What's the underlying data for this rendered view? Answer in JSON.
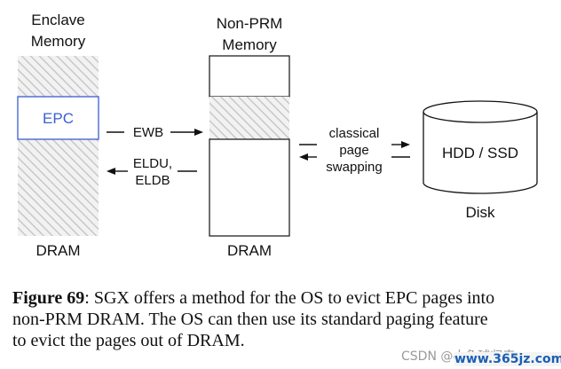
{
  "enclave": {
    "title_line1": "Enclave",
    "title_line2": "Memory",
    "epc_label": "EPC",
    "bottom_label": "DRAM"
  },
  "nonprm": {
    "title_line1": "Non-PRM",
    "title_line2": "Memory",
    "bottom_label": "DRAM"
  },
  "arrows": {
    "ewb": "EWB",
    "eldu_line1": "ELDU,",
    "eldu_line2": "ELDB",
    "swap_line1": "classical",
    "swap_line2": "page",
    "swap_line3": "swapping"
  },
  "disk": {
    "inner_label": "HDD / SSD",
    "below_label": "Disk"
  },
  "caption": {
    "figure_label": "Figure 69",
    "line1_rest": ":  SGX offers a method for the OS to evict EPC pages into",
    "line2": "non-PRM DRAM. The OS can then use its standard paging feature",
    "line3": "to evict the pages out of DRAM."
  },
  "watermark": {
    "text": "CSDN @小兔球归来",
    "site": "www.365jz.com"
  },
  "colors": {
    "epc_border": "#3a5fd0",
    "epc_text": "#3a5fd0",
    "hatch": "#cfcfcf",
    "hatch_bg": "#eeeeee",
    "stroke": "#111111"
  }
}
